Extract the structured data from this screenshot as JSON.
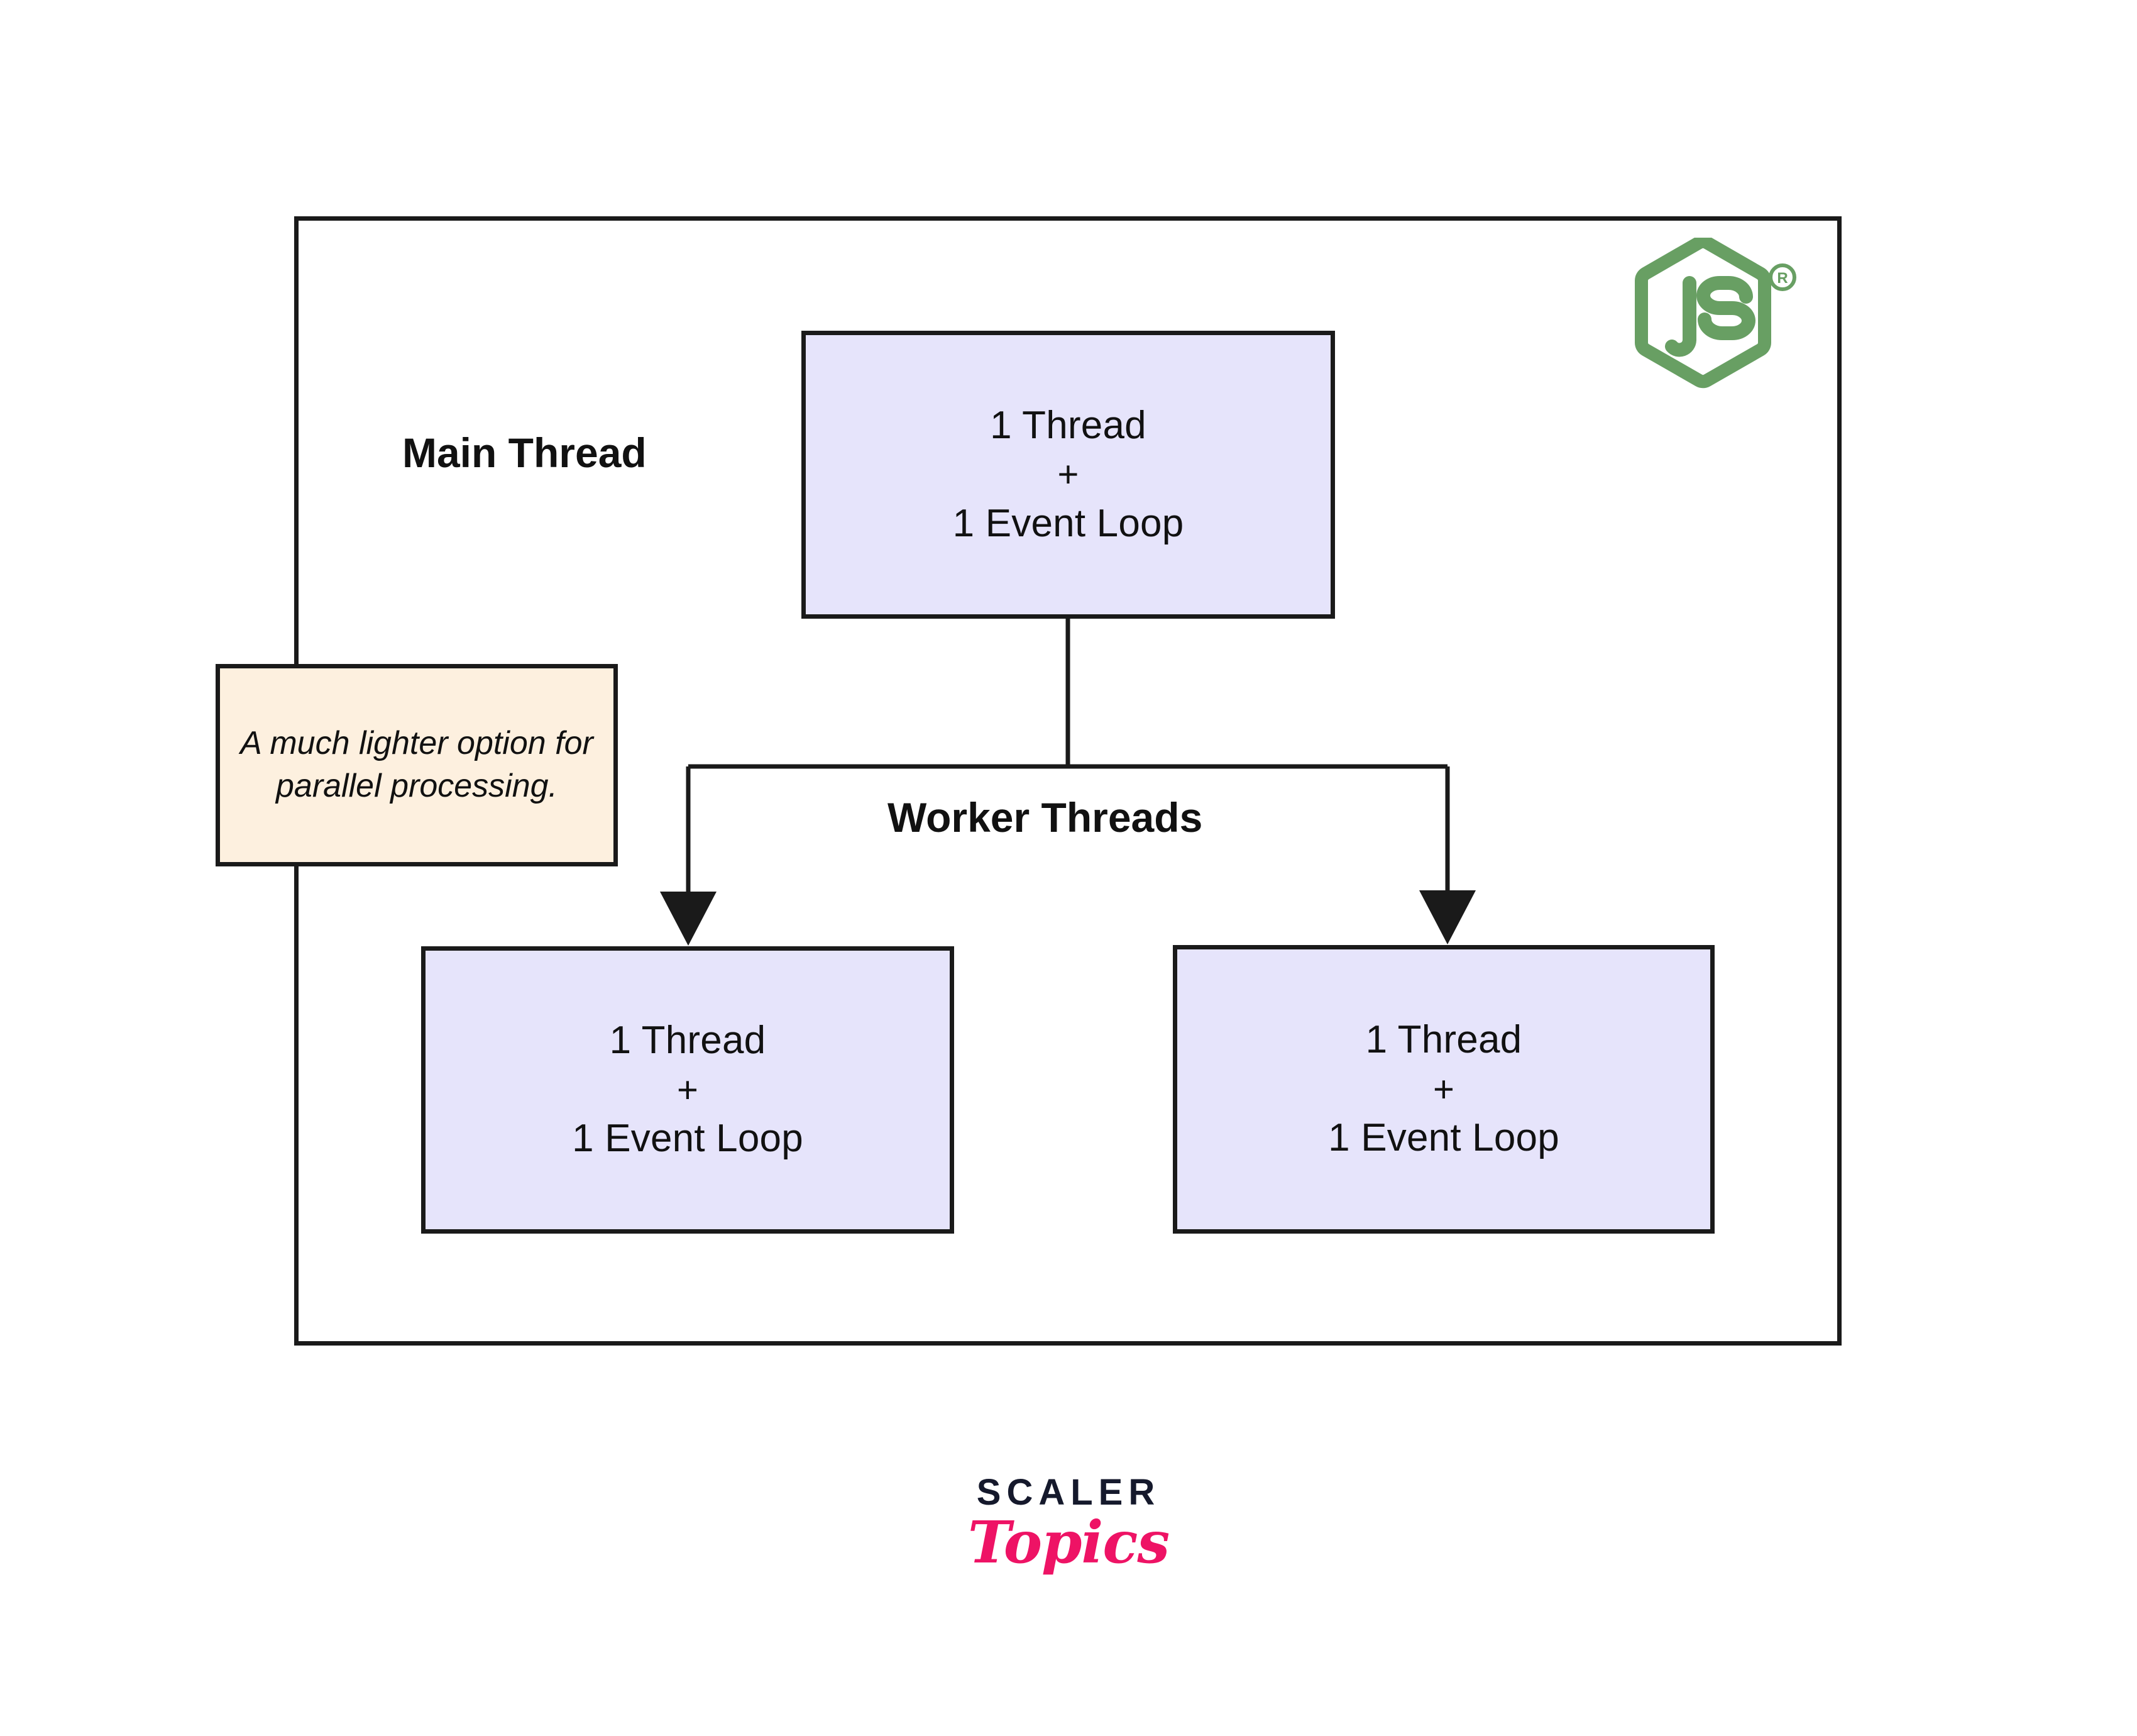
{
  "diagram": {
    "title_labels": {
      "main_thread": "Main Thread",
      "worker_threads": "Worker Threads"
    },
    "colors": {
      "node_fill": "#e6e4fb",
      "node_border": "#1a1a1a",
      "callout_fill": "#fdf0df",
      "callout_border": "#1a1a1a",
      "frame_border": "#1a1a1a",
      "node_logo_green": "#689f63",
      "brand_dark": "#15192c",
      "brand_pink": "#ee1365"
    },
    "nodes": [
      {
        "id": "main-thread",
        "lines": [
          "1 Thread",
          "+",
          "1 Event Loop"
        ]
      },
      {
        "id": "worker-left",
        "lines": [
          "1 Thread",
          "+",
          "1 Event Loop"
        ]
      },
      {
        "id": "worker-right",
        "lines": [
          "1 Thread",
          "+",
          "1 Event Loop"
        ]
      }
    ],
    "callout": {
      "text": "A much lighter option for parallel processing."
    },
    "logo": {
      "name": "nodejs-logo",
      "wordmark": "JS",
      "trademark": "®"
    }
  },
  "brand": {
    "primary": "SCALER",
    "secondary": "Topics"
  }
}
